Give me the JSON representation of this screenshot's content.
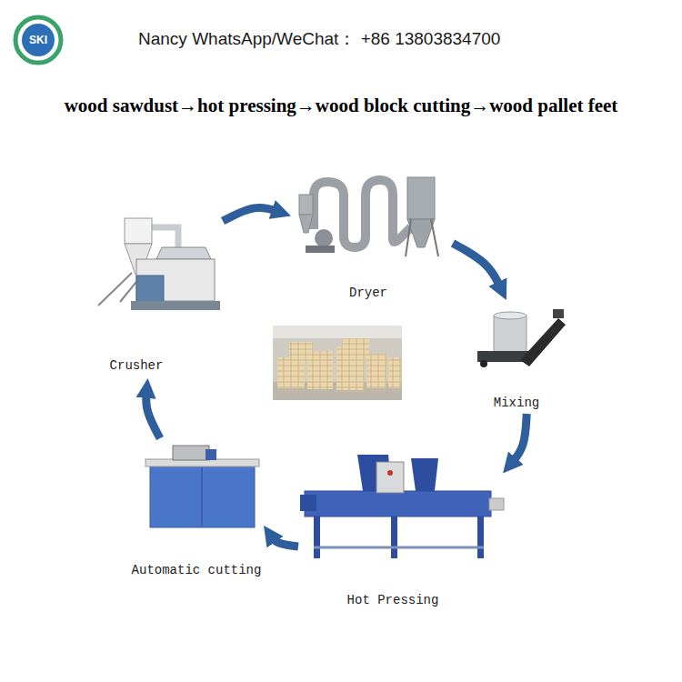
{
  "diagram": {
    "title": "wood sawdust→hot pressing→wood block cutting→wood pallet feet",
    "nodes": [
      {
        "text": [
          "Crusher"
        ]
      },
      {
        "text": [
          "Dryer"
        ]
      },
      {
        "text": [
          "Mixing"
        ]
      },
      {
        "text": [
          "Hot Pressing"
        ]
      },
      {
        "text": [
          "Automatic cutting"
        ]
      }
    ],
    "edges": [
      {
        "from": 0,
        "to": 1,
        "arrow": "to"
      },
      {
        "from": 1,
        "to": 2,
        "arrow": "to"
      },
      {
        "from": 2,
        "to": 3,
        "arrow": "to"
      },
      {
        "from": 3,
        "to": 4,
        "arrow": "to"
      },
      {
        "from": 4,
        "to": 0,
        "arrow": "to"
      }
    ],
    "labels": [
      "SKI",
      "Nancy WhatsApp/WeChat： +86 13803834700"
    ]
  }
}
